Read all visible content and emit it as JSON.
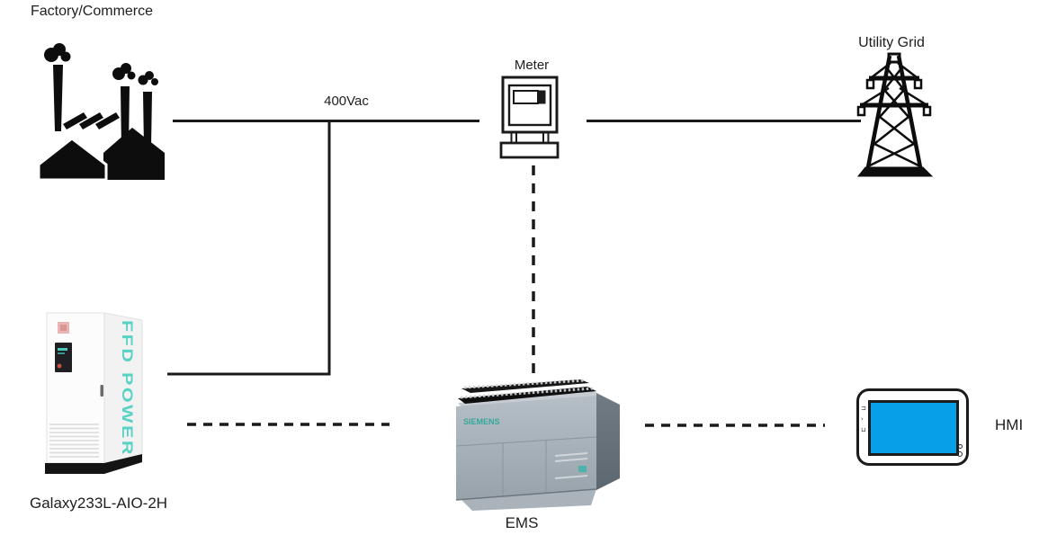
{
  "labels": {
    "factory": "Factory/Commerce",
    "voltage": "400Vac",
    "meter": "Meter",
    "utility_grid": "Utility Grid",
    "battery": "Galaxy233L-AIO-2H",
    "ems": "EMS",
    "hmi": "HMI"
  },
  "device_text": {
    "plc_brand": "SIEMENS",
    "battery_brand": "FFD POWER"
  },
  "connections": [
    {
      "from": "factory",
      "to": "meter",
      "style": "solid",
      "label": "400Vac"
    },
    {
      "from": "meter",
      "to": "utility_grid",
      "style": "solid"
    },
    {
      "from": "ac_bus_junction",
      "to": "battery",
      "style": "solid"
    },
    {
      "from": "meter",
      "to": "ems",
      "style": "dashed"
    },
    {
      "from": "battery",
      "to": "ems",
      "style": "dashed"
    },
    {
      "from": "ems",
      "to": "hmi",
      "style": "dashed"
    }
  ],
  "colors": {
    "line": "#1a1a1a",
    "hmi_screen": "#069fe8",
    "brand_teal": "#59d2c6",
    "plc_brand_teal": "#35a79c",
    "battery_logo_pink": "#e8b4b4",
    "plc_body_gray": "#a3adb5",
    "background": "#ffffff"
  }
}
